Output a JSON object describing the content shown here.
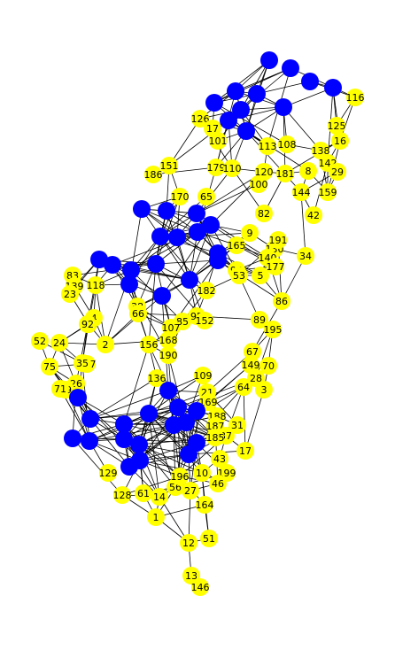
{
  "colors": {
    "background": "#ffffff",
    "edge": "#000000",
    "node_yellow": "#ffff00",
    "node_blue": "#0000ff",
    "label": "#000000"
  },
  "graph": {
    "nodes": [
      {
        "id": "n116",
        "label": "116",
        "group": "yellow"
      },
      {
        "id": "n126",
        "label": "126",
        "group": "yellow"
      },
      {
        "id": "n17",
        "label": "17",
        "group": "yellow"
      },
      {
        "id": "n101",
        "label": "101",
        "group": "yellow"
      },
      {
        "id": "n125",
        "label": "125",
        "group": "yellow"
      },
      {
        "id": "n16",
        "label": "16",
        "group": "yellow"
      },
      {
        "id": "n113",
        "label": "113",
        "group": "yellow"
      },
      {
        "id": "n108",
        "label": "108",
        "group": "yellow"
      },
      {
        "id": "n138",
        "label": "138",
        "group": "yellow"
      },
      {
        "id": "n142",
        "label": "142",
        "group": "yellow"
      },
      {
        "id": "n8",
        "label": "8",
        "group": "yellow"
      },
      {
        "id": "n29",
        "label": "29",
        "group": "yellow"
      },
      {
        "id": "n151",
        "label": "151",
        "group": "yellow"
      },
      {
        "id": "n186",
        "label": "186",
        "group": "yellow"
      },
      {
        "id": "n179",
        "label": "179",
        "group": "yellow"
      },
      {
        "id": "n110",
        "label": "110",
        "group": "yellow"
      },
      {
        "id": "n120",
        "label": "120",
        "group": "yellow"
      },
      {
        "id": "n181",
        "label": "181",
        "group": "yellow"
      },
      {
        "id": "n100",
        "label": "100",
        "group": "yellow"
      },
      {
        "id": "n144",
        "label": "144",
        "group": "yellow"
      },
      {
        "id": "n159",
        "label": "159",
        "group": "yellow"
      },
      {
        "id": "n170",
        "label": "170",
        "group": "yellow"
      },
      {
        "id": "n65",
        "label": "65",
        "group": "yellow"
      },
      {
        "id": "n82",
        "label": "82",
        "group": "yellow"
      },
      {
        "id": "n42",
        "label": "42",
        "group": "yellow"
      },
      {
        "id": "n165",
        "label": "165",
        "group": "yellow"
      },
      {
        "id": "n130",
        "label": "130",
        "group": "yellow"
      },
      {
        "id": "n191",
        "label": "191",
        "group": "yellow"
      },
      {
        "id": "n34",
        "label": "34",
        "group": "yellow"
      },
      {
        "id": "n140",
        "label": "140",
        "group": "yellow"
      },
      {
        "id": "n94",
        "label": "94",
        "group": "yellow"
      },
      {
        "id": "n177",
        "label": "177",
        "group": "yellow"
      },
      {
        "id": "n53",
        "label": "53",
        "group": "yellow"
      },
      {
        "id": "n5",
        "label": "5",
        "group": "yellow"
      },
      {
        "id": "n83",
        "label": "83",
        "group": "yellow"
      },
      {
        "id": "n139",
        "label": "139",
        "group": "yellow"
      },
      {
        "id": "n23",
        "label": "23",
        "group": "yellow"
      },
      {
        "id": "n118",
        "label": "118",
        "group": "yellow"
      },
      {
        "id": "n182",
        "label": "182",
        "group": "yellow"
      },
      {
        "id": "n86",
        "label": "86",
        "group": "yellow"
      },
      {
        "id": "n38",
        "label": "38",
        "group": "yellow"
      },
      {
        "id": "n66",
        "label": "66",
        "group": "yellow"
      },
      {
        "id": "n95",
        "label": "95",
        "group": "yellow"
      },
      {
        "id": "n152",
        "label": "152",
        "group": "yellow"
      },
      {
        "id": "n89",
        "label": "89",
        "group": "yellow"
      },
      {
        "id": "n85",
        "label": "85",
        "group": "yellow"
      },
      {
        "id": "n168",
        "label": "168",
        "group": "yellow"
      },
      {
        "id": "n195",
        "label": "195",
        "group": "yellow"
      },
      {
        "id": "n52",
        "label": "52",
        "group": "yellow"
      },
      {
        "id": "n24",
        "label": "24",
        "group": "yellow"
      },
      {
        "id": "n2",
        "label": "2",
        "group": "yellow"
      },
      {
        "id": "n156",
        "label": "156",
        "group": "yellow"
      },
      {
        "id": "n190",
        "label": "190",
        "group": "yellow"
      },
      {
        "id": "n67",
        "label": "67",
        "group": "yellow"
      },
      {
        "id": "n75",
        "label": "75",
        "group": "yellow"
      },
      {
        "id": "n157",
        "label": "157",
        "group": "yellow"
      },
      {
        "id": "n149",
        "label": "149",
        "group": "yellow"
      },
      {
        "id": "n70",
        "label": "70",
        "group": "yellow"
      },
      {
        "id": "n109",
        "label": "109",
        "group": "yellow"
      },
      {
        "id": "n28",
        "label": "28",
        "group": "yellow"
      },
      {
        "id": "n136",
        "label": "136",
        "group": "yellow"
      },
      {
        "id": "n26",
        "label": "26",
        "group": "yellow"
      },
      {
        "id": "n19",
        "label": "19",
        "group": "yellow"
      },
      {
        "id": "n64",
        "label": "64",
        "group": "yellow"
      },
      {
        "id": "n3",
        "label": "3",
        "group": "yellow"
      },
      {
        "id": "n21",
        "label": "21",
        "group": "yellow"
      },
      {
        "id": "n169",
        "label": "169",
        "group": "yellow"
      },
      {
        "id": "n188",
        "label": "188",
        "group": "yellow"
      },
      {
        "id": "n31",
        "label": "31",
        "group": "yellow"
      },
      {
        "id": "n187",
        "label": "187",
        "group": "yellow"
      },
      {
        "id": "n37",
        "label": "37",
        "group": "yellow"
      },
      {
        "id": "n185",
        "label": "185",
        "group": "yellow"
      },
      {
        "id": "n43",
        "label": "43",
        "group": "yellow"
      },
      {
        "id": "n17b",
        "label": "17",
        "group": "yellow"
      },
      {
        "id": "n199",
        "label": "199",
        "group": "yellow"
      },
      {
        "id": "n129",
        "label": "129",
        "group": "yellow"
      },
      {
        "id": "n128",
        "label": "128",
        "group": "yellow"
      },
      {
        "id": "n61",
        "label": "61",
        "group": "yellow"
      },
      {
        "id": "n14",
        "label": "14",
        "group": "yellow"
      },
      {
        "id": "n56",
        "label": "56",
        "group": "yellow"
      },
      {
        "id": "n27",
        "label": "27",
        "group": "yellow"
      },
      {
        "id": "n164",
        "label": "164",
        "group": "yellow"
      },
      {
        "id": "n46",
        "label": "46",
        "group": "yellow"
      },
      {
        "id": "n1",
        "label": "1",
        "group": "yellow"
      },
      {
        "id": "n12",
        "label": "12",
        "group": "yellow"
      },
      {
        "id": "n51",
        "label": "51",
        "group": "yellow"
      },
      {
        "id": "n13",
        "label": "13",
        "group": "yellow"
      },
      {
        "id": "n146",
        "label": "146",
        "group": "yellow"
      },
      {
        "id": "n9",
        "label": "9",
        "group": "yellow"
      },
      {
        "id": "n196",
        "label": "196",
        "group": "yellow"
      },
      {
        "id": "n10",
        "label": "10",
        "group": "yellow"
      },
      {
        "id": "n107",
        "label": "107",
        "group": "yellow"
      },
      {
        "id": "n105",
        "label": "105",
        "group": "yellow"
      },
      {
        "id": "n4",
        "label": "4",
        "group": "yellow"
      },
      {
        "id": "n92",
        "label": "92",
        "group": "yellow"
      },
      {
        "id": "n35",
        "label": "35",
        "group": "yellow"
      },
      {
        "id": "n71",
        "label": "71",
        "group": "yellow"
      },
      {
        "id": "b1",
        "label": "",
        "group": "blue"
      },
      {
        "id": "b2",
        "label": "",
        "group": "blue"
      },
      {
        "id": "b3",
        "label": "",
        "group": "blue"
      },
      {
        "id": "b4",
        "label": "",
        "group": "blue"
      },
      {
        "id": "b5",
        "label": "",
        "group": "blue"
      },
      {
        "id": "b6",
        "label": "",
        "group": "blue"
      },
      {
        "id": "b7",
        "label": "",
        "group": "blue"
      },
      {
        "id": "b8",
        "label": "",
        "group": "blue"
      },
      {
        "id": "b9",
        "label": "",
        "group": "blue"
      },
      {
        "id": "b10",
        "label": "",
        "group": "blue"
      },
      {
        "id": "b11",
        "label": "",
        "group": "blue"
      },
      {
        "id": "b12",
        "label": "",
        "group": "blue"
      },
      {
        "id": "b13",
        "label": "",
        "group": "blue"
      },
      {
        "id": "b14",
        "label": "",
        "group": "blue"
      },
      {
        "id": "b15",
        "label": "",
        "group": "blue"
      },
      {
        "id": "b16",
        "label": "",
        "group": "blue"
      },
      {
        "id": "b17",
        "label": "",
        "group": "blue"
      },
      {
        "id": "b18",
        "label": "",
        "group": "blue"
      },
      {
        "id": "b19",
        "label": "",
        "group": "blue"
      },
      {
        "id": "b20",
        "label": "",
        "group": "blue"
      },
      {
        "id": "b21",
        "label": "",
        "group": "blue"
      },
      {
        "id": "b22",
        "label": "",
        "group": "blue"
      },
      {
        "id": "b23",
        "label": "",
        "group": "blue"
      },
      {
        "id": "b24",
        "label": "",
        "group": "blue"
      },
      {
        "id": "b25",
        "label": "",
        "group": "blue"
      },
      {
        "id": "b26",
        "label": "",
        "group": "blue"
      },
      {
        "id": "b27",
        "label": "",
        "group": "blue"
      },
      {
        "id": "b28",
        "label": "",
        "group": "blue"
      },
      {
        "id": "b29",
        "label": "",
        "group": "blue"
      },
      {
        "id": "b30",
        "label": "",
        "group": "blue"
      },
      {
        "id": "b31",
        "label": "",
        "group": "blue"
      },
      {
        "id": "b32",
        "label": "",
        "group": "blue"
      },
      {
        "id": "b33",
        "label": "",
        "group": "blue"
      },
      {
        "id": "b34",
        "label": "",
        "group": "blue"
      },
      {
        "id": "b35",
        "label": "",
        "group": "blue"
      },
      {
        "id": "b36",
        "label": "",
        "group": "blue"
      },
      {
        "id": "b37",
        "label": "",
        "group": "blue"
      },
      {
        "id": "b38",
        "label": "",
        "group": "blue"
      },
      {
        "id": "b39",
        "label": "",
        "group": "blue"
      },
      {
        "id": "b40",
        "label": "",
        "group": "blue"
      },
      {
        "id": "b41",
        "label": "",
        "group": "blue"
      },
      {
        "id": "b42",
        "label": "",
        "group": "blue"
      },
      {
        "id": "b43",
        "label": "",
        "group": "blue"
      },
      {
        "id": "b44",
        "label": "",
        "group": "blue"
      }
    ]
  }
}
